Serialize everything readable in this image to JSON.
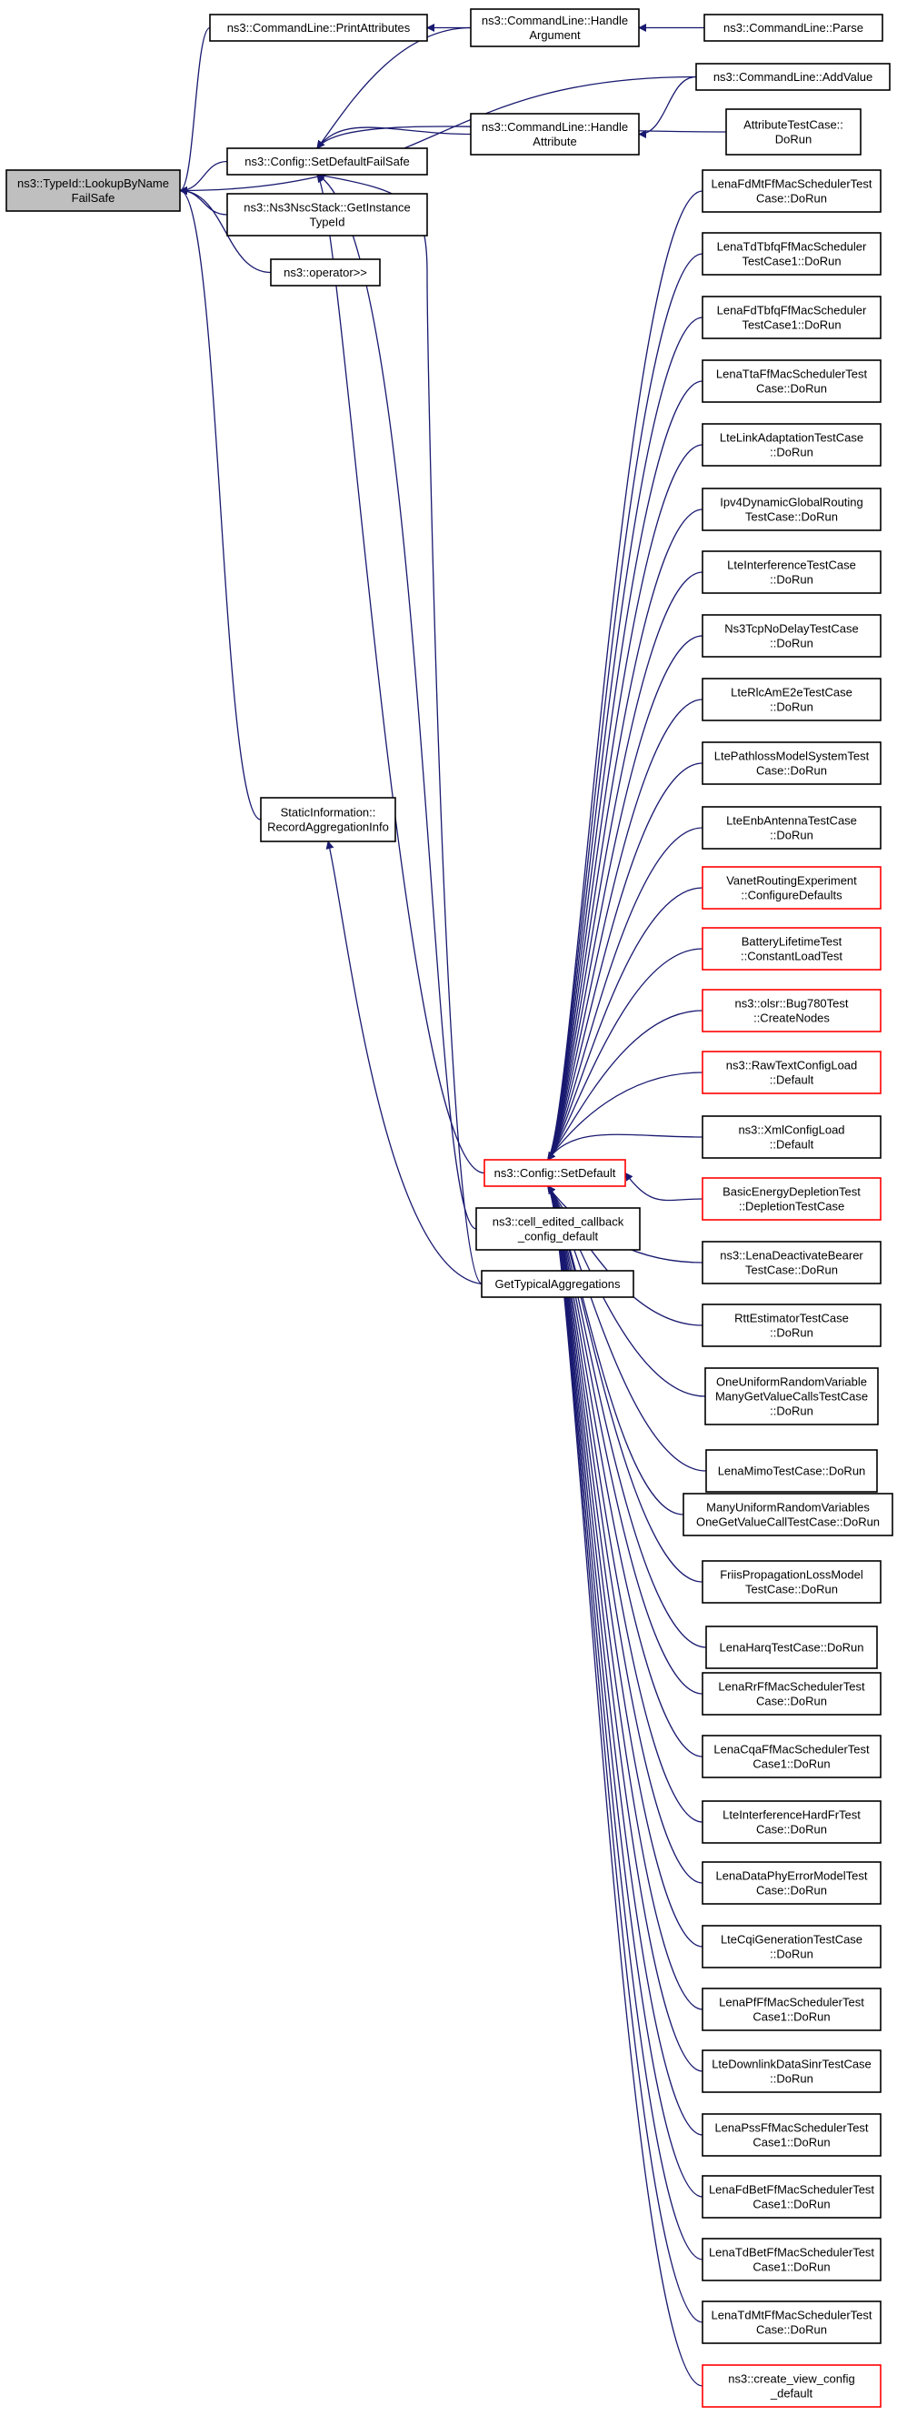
{
  "colors": {
    "edge": "#191970",
    "node_border": "#000000",
    "node_border_incomplete": "#ff0000",
    "focus_node_fill": "#bfbfbf"
  },
  "nodes": {
    "root": [
      "ns3::TypeId::LookupByName",
      "FailSafe"
    ],
    "print_attributes": [
      "ns3::CommandLine::PrintAttributes"
    ],
    "handle_argument": [
      "ns3::CommandLine::Handle",
      "Argument"
    ],
    "parse": [
      "ns3::CommandLine::Parse"
    ],
    "add_value": [
      "ns3::CommandLine::AddValue"
    ],
    "set_default_failsafe": [
      "ns3::Config::SetDefaultFailSafe"
    ],
    "handle_attribute": [
      "ns3::CommandLine::Handle",
      "Attribute"
    ],
    "attribute_test": [
      "AttributeTestCase::",
      "DoRun"
    ],
    "nsc_stack": [
      "ns3::Ns3NscStack::GetInstance",
      "TypeId"
    ],
    "operator_in": [
      "ns3::operator>>"
    ],
    "static_info": [
      "StaticInformation::",
      "RecordAggregationInfo"
    ],
    "set_default": [
      "ns3::Config::SetDefault"
    ],
    "cell_edited": [
      "ns3::cell_edited_callback",
      "_config_default"
    ],
    "typical_agg": [
      "GetTypicalAggregations"
    ],
    "t01": [
      "LenaFdMtFfMacSchedulerTest",
      "Case::DoRun"
    ],
    "t02": [
      "LenaTdTbfqFfMacScheduler",
      "TestCase1::DoRun"
    ],
    "t03": [
      "LenaFdTbfqFfMacScheduler",
      "TestCase1::DoRun"
    ],
    "t04": [
      "LenaTtaFfMacSchedulerTest",
      "Case::DoRun"
    ],
    "t05": [
      "LteLinkAdaptationTestCase",
      "::DoRun"
    ],
    "t06": [
      "Ipv4DynamicGlobalRouting",
      "TestCase::DoRun"
    ],
    "t07": [
      "LteInterferenceTestCase",
      "::DoRun"
    ],
    "t08": [
      "Ns3TcpNoDelayTestCase",
      "::DoRun"
    ],
    "t09": [
      "LteRlcAmE2eTestCase",
      "::DoRun"
    ],
    "t10": [
      "LtePathlossModelSystemTest",
      "Case::DoRun"
    ],
    "t11": [
      "LteEnbAntennaTestCase",
      "::DoRun"
    ],
    "t12": [
      "VanetRoutingExperiment",
      "::ConfigureDefaults"
    ],
    "t13": [
      "BatteryLifetimeTest",
      "::ConstantLoadTest"
    ],
    "t14": [
      "ns3::olsr::Bug780Test",
      "::CreateNodes"
    ],
    "t15": [
      "ns3::RawTextConfigLoad",
      "::Default"
    ],
    "t16": [
      "ns3::XmlConfigLoad",
      "::Default"
    ],
    "t17": [
      "BasicEnergyDepletionTest",
      "::DepletionTestCase"
    ],
    "t18": [
      "ns3::LenaDeactivateBearer",
      "TestCase::DoRun"
    ],
    "t19": [
      "RttEstimatorTestCase",
      "::DoRun"
    ],
    "t20": [
      "OneUniformRandomVariable",
      "ManyGetValueCallsTestCase",
      "::DoRun"
    ],
    "t21": [
      "LenaMimoTestCase::DoRun"
    ],
    "t22": [
      "ManyUniformRandomVariables",
      "OneGetValueCallTestCase::DoRun"
    ],
    "t23": [
      "FriisPropagationLossModel",
      "TestCase::DoRun"
    ],
    "t24": [
      "LenaHarqTestCase::DoRun"
    ],
    "t25": [
      "LenaRrFfMacSchedulerTest",
      "Case::DoRun"
    ],
    "t26": [
      "LenaCqaFfMacSchedulerTest",
      "Case1::DoRun"
    ],
    "t27": [
      "LteInterferenceHardFrTest",
      "Case::DoRun"
    ],
    "t28": [
      "LenaDataPhyErrorModelTest",
      "Case::DoRun"
    ],
    "t29": [
      "LteCqiGenerationTestCase",
      "::DoRun"
    ],
    "t30": [
      "LenaPfFfMacSchedulerTest",
      "Case1::DoRun"
    ],
    "t31": [
      "LteDownlinkDataSinrTestCase",
      "::DoRun"
    ],
    "t32": [
      "LenaPssFfMacSchedulerTest",
      "Case1::DoRun"
    ],
    "t33": [
      "LenaFdBetFfMacSchedulerTest",
      "Case1::DoRun"
    ],
    "t34": [
      "LenaTdBetFfMacSchedulerTest",
      "Case1::DoRun"
    ],
    "t35": [
      "LenaTdMtFfMacSchedulerTest",
      "Case::DoRun"
    ],
    "t36": [
      "ns3::create_view_config",
      "_default"
    ]
  }
}
